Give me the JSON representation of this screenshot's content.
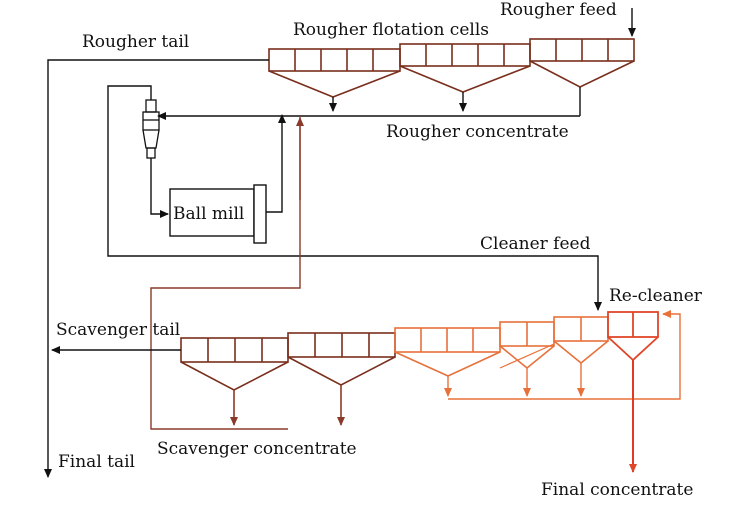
{
  "labels": {
    "rougher_feed": "Rougher feed",
    "rougher_flotation_cells": "Rougher flotation cells",
    "rougher_tail": "Rougher tail",
    "rougher_concentrate": "Rougher concentrate",
    "ball_mill": "Ball mill",
    "cleaner_feed": "Cleaner feed",
    "re_cleaner": "Re-cleaner",
    "scavenger_tail": "Scavenger tail",
    "scavenger_concentrate": "Scavenger concentrate",
    "final_tail": "Final tail",
    "final_concentrate": "Final concentrate"
  },
  "colors": {
    "line": "#111111",
    "rougher": "#7a2e1c",
    "scavenger": "#8a3a2a",
    "cleaner": "#e8703a",
    "re_cleaner": "#e0462a",
    "final": "#e03b22"
  }
}
